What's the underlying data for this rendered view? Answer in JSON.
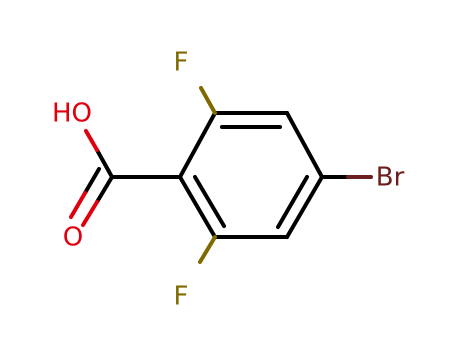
{
  "molecule": {
    "atoms": {
      "f_top": "F",
      "f_bottom": "F",
      "br": "Br",
      "oh": "HO",
      "o_carbonyl": "O"
    },
    "colors": {
      "bond": "#000000",
      "fluorine": "#7f6a00",
      "bromine": "#6b1f1f",
      "oxygen": "#e0000d"
    }
  }
}
